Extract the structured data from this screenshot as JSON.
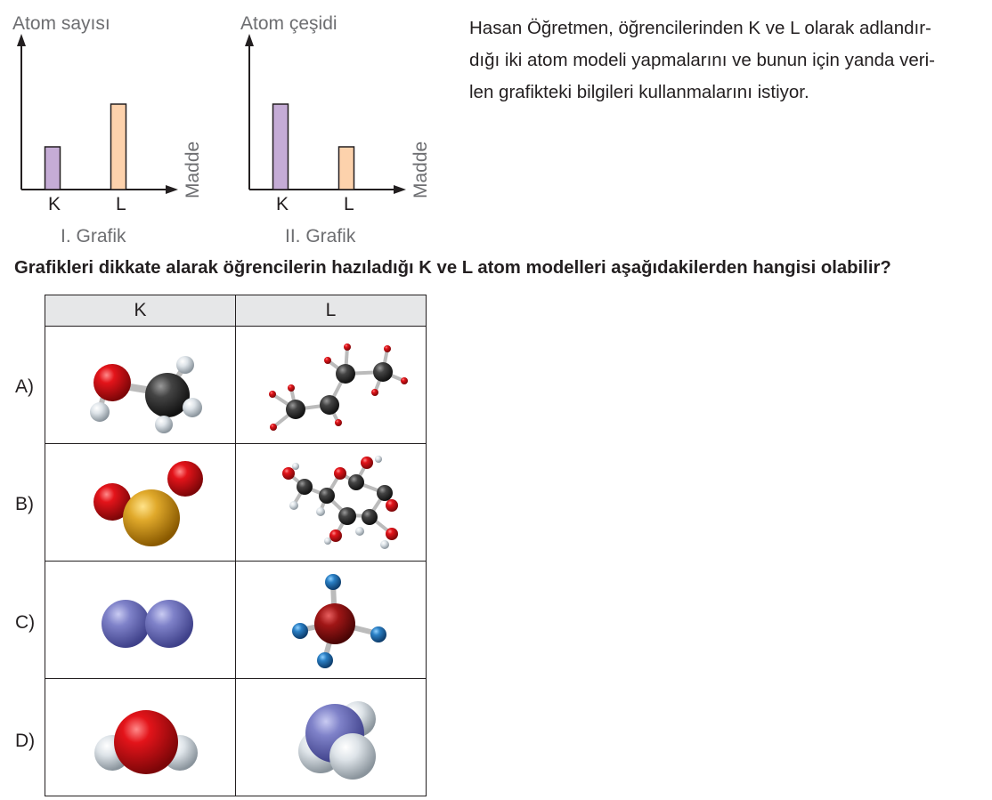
{
  "graphs": [
    {
      "ylabel": "Atom sayısı",
      "xlabel": "Madde",
      "caption": "I. Grafik",
      "chart_data": {
        "type": "bar",
        "categories": [
          "K",
          "L"
        ],
        "values": [
          1,
          2
        ],
        "ylabel": "Atom sayısı",
        "xlabel": "Madde",
        "title": "I. Grafik",
        "colors": [
          "#c5acd6",
          "#fdd2ac"
        ]
      }
    },
    {
      "ylabel": "Atom çeşidi",
      "xlabel": "Madde",
      "caption": "II. Grafik",
      "chart_data": {
        "type": "bar",
        "categories": [
          "K",
          "L"
        ],
        "values": [
          2,
          1
        ],
        "ylabel": "Atom çeşidi",
        "xlabel": "Madde",
        "title": "II. Grafik",
        "colors": [
          "#c5acd6",
          "#fdd2ac"
        ]
      }
    }
  ],
  "intro_lines": [
    "Hasan Öğretmen, öğrencilerinden  K ve L olarak adlandır-",
    "dığı iki  atom modeli yapmalarını ve bunun için yanda veri-",
    "len grafikteki bilgileri kullanmalarını istiyor."
  ],
  "question": "Grafikleri  dikkate alarak öğrencilerin hazıladığı K ve L atom modelleri aşağıdakilerden hangisi olabilir?",
  "table": {
    "headers": [
      "K",
      "L"
    ],
    "rows": [
      {
        "label": "A)",
        "k_model": "methanol-ball-stick",
        "l_model": "hydrocarbon-chain-ball-stick"
      },
      {
        "label": "B)",
        "k_model": "sulfur-dioxide",
        "l_model": "glucose-ball-stick"
      },
      {
        "label": "C)",
        "k_model": "diatomic-molecule",
        "l_model": "tetrahedral-molecule"
      },
      {
        "label": "D)",
        "k_model": "water-space-filling",
        "l_model": "ammonia-space-filling"
      }
    ]
  }
}
